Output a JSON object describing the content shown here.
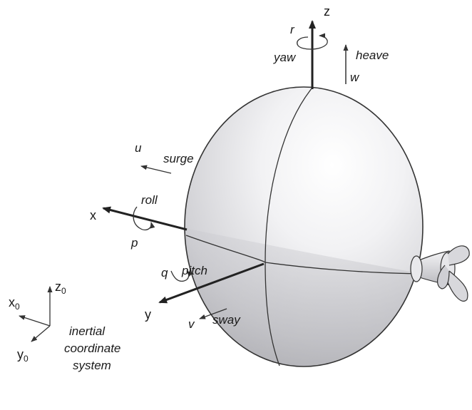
{
  "axes": {
    "x": "x",
    "y": "y",
    "z": "z"
  },
  "motions": {
    "heave": "heave",
    "w": "w",
    "yaw": "yaw",
    "r": "r",
    "surge": "surge",
    "u": "u",
    "roll": "roll",
    "p": "p",
    "pitch": "pitch",
    "q": "q",
    "sway": "sway",
    "v": "v"
  },
  "inertial": {
    "x_base": "x",
    "x_sub": "0",
    "y_base": "y",
    "y_sub": "0",
    "z_base": "z",
    "z_sub": "0",
    "caption_line1": "inertial",
    "caption_line2": "coordinate",
    "caption_line3": "system"
  }
}
